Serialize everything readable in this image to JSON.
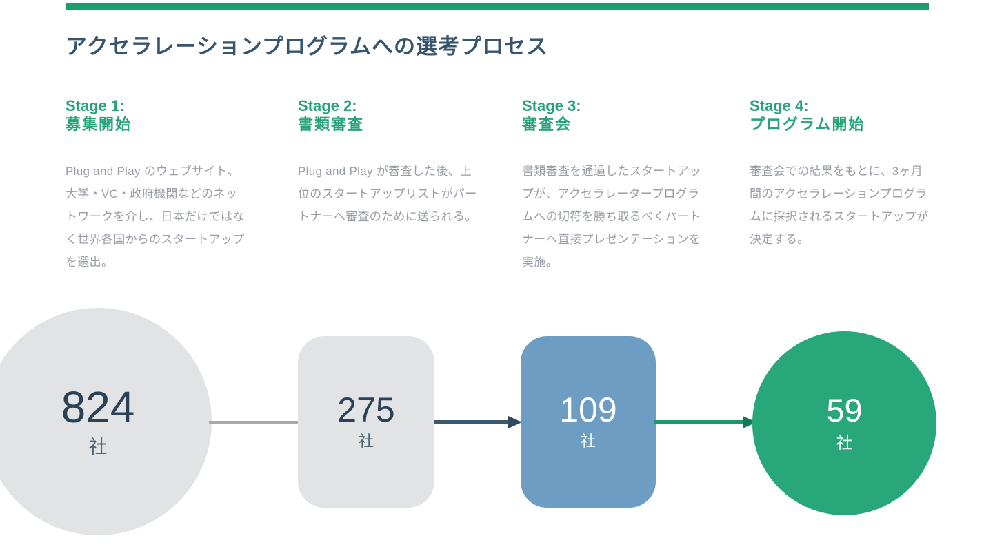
{
  "colors": {
    "accent_bar": "#1d9c6c",
    "title_text": "#37566e",
    "stage_heading_green": "#27a37a",
    "body_text_gray": "#999da5",
    "node_gray": "#e1e3e5",
    "node_blue": "#6e9dc3",
    "node_green": "#28a87a",
    "number_navy": "#2b4256",
    "arrow_gray": "#a6a8ab",
    "arrow_navy": "#3a5872",
    "arrow_green": "#199a6a"
  },
  "header": {
    "title": "アクセラレーションプログラムへの選考プロセス"
  },
  "stages": [
    {
      "label_en": "Stage 1:",
      "label_ja": "募集開始",
      "description": "Plug and Play のウェブサイト、大学・VC・政府機関などのネットワークを介し、日本だけではなく世界各国からのスタートアップを選出。"
    },
    {
      "label_en": "Stage 2:",
      "label_ja": "書類審査",
      "description": "Plug and Play が審査した後、上位のスタートアップリストがパートナーへ審査のために送られる。"
    },
    {
      "label_en": "Stage 3:",
      "label_ja": "審査会",
      "description": "書類審査を通過したスタートアップが、アクセラレータープログラムへの切符を勝ち取るべくパートナーへ直接プレゼンテーションを実施。"
    },
    {
      "label_en": "Stage 4:",
      "label_ja": "プログラム開始",
      "description": "審査会での結果をもとに、3ヶ月間のアクセラレーションプログラムに採択されるスタートアップが決定する。"
    }
  ],
  "funnel": {
    "unit": "社",
    "nodes": [
      {
        "value": "824",
        "shape": "circle",
        "fill": "#e1e3e5",
        "text_color": "#2b4256"
      },
      {
        "value": "275",
        "shape": "rounded-square",
        "fill": "#e1e3e5",
        "text_color": "#2b4256"
      },
      {
        "value": "109",
        "shape": "rounded-square",
        "fill": "#6e9dc3",
        "text_color": "#ffffff"
      },
      {
        "value": "59",
        "shape": "circle",
        "fill": "#28a87a",
        "text_color": "#ffffff"
      }
    ],
    "arrows": [
      {
        "from": "824",
        "to": "275",
        "line_color": "#a6a8ab",
        "head_color": "#a1a3a6"
      },
      {
        "from": "275",
        "to": "109",
        "line_color": "#3a5872",
        "head_color": "#2e4a5e"
      },
      {
        "from": "109",
        "to": "59",
        "line_color": "#199a6a",
        "head_color": "#0e7d56"
      }
    ]
  }
}
